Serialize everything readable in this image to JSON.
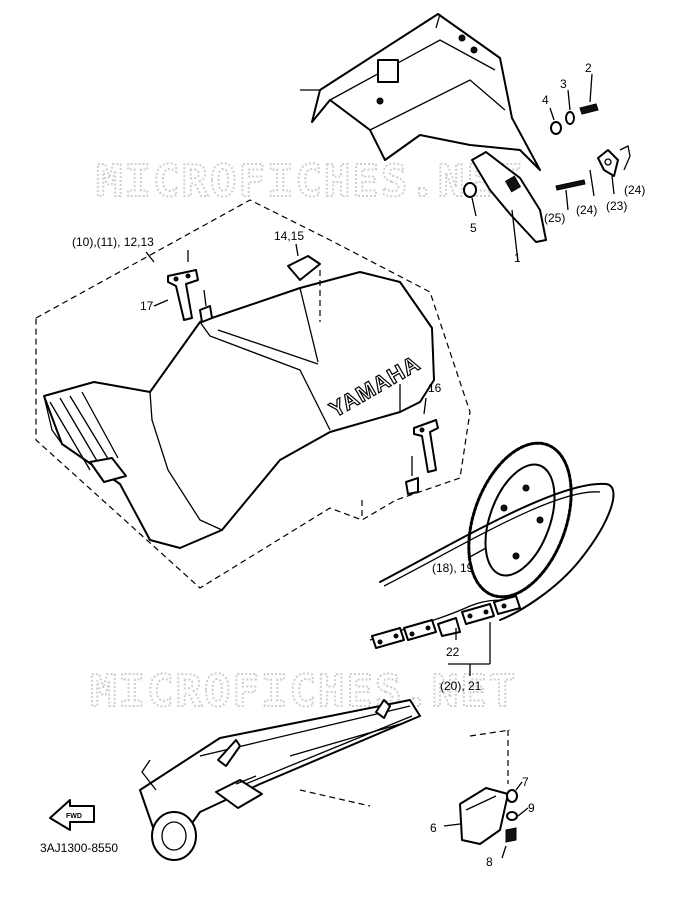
{
  "watermark": "MICROFICHES.NET",
  "brand_text": "YAMAHA",
  "find_text": "FWD",
  "catalog_code": "3AJ1300-8550",
  "labels": {
    "p1": "1",
    "p2": "2",
    "p3": "3",
    "p4": "4",
    "p5": "5",
    "p6": "6",
    "p7": "7",
    "p8": "8",
    "p9": "9",
    "p16": "16",
    "p17": "17",
    "p22": "22",
    "p23": "(23)",
    "p24a": "(24)",
    "p24b": "(24)",
    "p25": "(25)",
    "seat_group": "(10),(11), 12,13",
    "lock_group": "14,15",
    "sprocket_group": "(18), 19",
    "chain_group": "(20), 21"
  }
}
